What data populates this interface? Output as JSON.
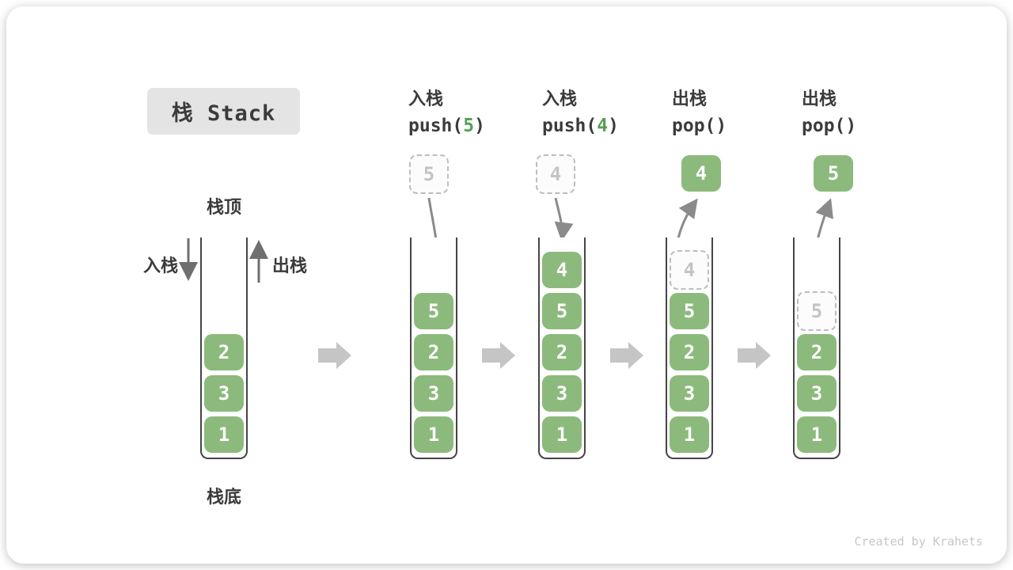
{
  "diagram": {
    "title_badge": "栈 Stack",
    "side_labels": {
      "top": "栈顶",
      "bottom": "栈底",
      "push": "入栈",
      "pop": "出栈"
    },
    "watermark": "Created by Krahets",
    "states": [
      {
        "op_label": null,
        "op_code": null,
        "float": null,
        "stack_top_to_bottom": [
          "2",
          "3",
          "1"
        ],
        "cells": [
          {
            "value": "2",
            "slot": 2,
            "variant": "solid"
          },
          {
            "value": "3",
            "slot": 1,
            "variant": "solid"
          },
          {
            "value": "1",
            "slot": 0,
            "variant": "solid"
          }
        ]
      },
      {
        "op_label": "入栈",
        "op_code": {
          "pre": "push(",
          "arg": "5",
          "post": ")"
        },
        "float": {
          "value": "5",
          "variant": "dashed"
        },
        "stack_top_to_bottom": [
          "5",
          "2",
          "3",
          "1"
        ],
        "cells": [
          {
            "value": "5",
            "slot": 3,
            "variant": "solid"
          },
          {
            "value": "2",
            "slot": 2,
            "variant": "solid"
          },
          {
            "value": "3",
            "slot": 1,
            "variant": "solid"
          },
          {
            "value": "1",
            "slot": 0,
            "variant": "solid"
          }
        ]
      },
      {
        "op_label": "入栈",
        "op_code": {
          "pre": "push(",
          "arg": "4",
          "post": ")"
        },
        "float": {
          "value": "4",
          "variant": "dashed"
        },
        "stack_top_to_bottom": [
          "4",
          "5",
          "2",
          "3",
          "1"
        ],
        "cells": [
          {
            "value": "4",
            "slot": 4,
            "variant": "solid"
          },
          {
            "value": "5",
            "slot": 3,
            "variant": "solid"
          },
          {
            "value": "2",
            "slot": 2,
            "variant": "solid"
          },
          {
            "value": "3",
            "slot": 1,
            "variant": "solid"
          },
          {
            "value": "1",
            "slot": 0,
            "variant": "solid"
          }
        ]
      },
      {
        "op_label": "出栈",
        "op_code": {
          "pre": "pop(",
          "arg": "",
          "post": ")"
        },
        "float": {
          "value": "4",
          "variant": "solid"
        },
        "stack_top_to_bottom": [
          "4 (popped)",
          "5",
          "2",
          "3",
          "1"
        ],
        "cells": [
          {
            "value": "4",
            "slot": 4,
            "variant": "dashed"
          },
          {
            "value": "5",
            "slot": 3,
            "variant": "solid"
          },
          {
            "value": "2",
            "slot": 2,
            "variant": "solid"
          },
          {
            "value": "3",
            "slot": 1,
            "variant": "solid"
          },
          {
            "value": "1",
            "slot": 0,
            "variant": "solid"
          }
        ]
      },
      {
        "op_label": "出栈",
        "op_code": {
          "pre": "pop(",
          "arg": "",
          "post": ")"
        },
        "float": {
          "value": "5",
          "variant": "solid"
        },
        "stack_top_to_bottom": [
          "5 (popped)",
          "2",
          "3",
          "1"
        ],
        "cells": [
          {
            "value": "5",
            "slot": 3,
            "variant": "dashed"
          },
          {
            "value": "2",
            "slot": 2,
            "variant": "solid"
          },
          {
            "value": "3",
            "slot": 1,
            "variant": "solid"
          },
          {
            "value": "1",
            "slot": 0,
            "variant": "solid"
          }
        ]
      }
    ]
  },
  "colors": {
    "box_green": "#8cba7c",
    "code_green": "#55a055",
    "text_dark": "#3b3b3b",
    "tube_wall": "#454545",
    "dashed_border": "#bdbdbd",
    "dashed_text": "#c4c4c4",
    "curve_arrow": "#8b8b8b",
    "straight_arrow": "#6f6f6f",
    "block_arrow": "#c5c5c5",
    "badge_bg": "#e4e4e4",
    "watermark_gray": "#c7c7c7"
  }
}
